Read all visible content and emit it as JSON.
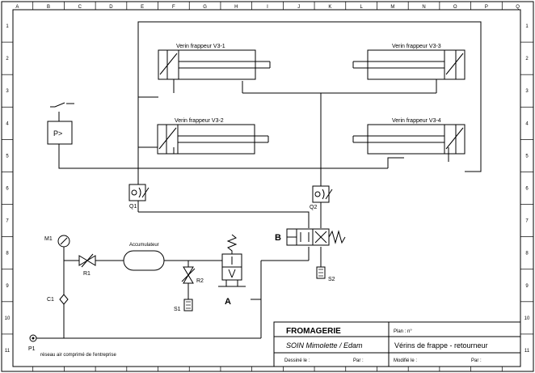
{
  "ruler": {
    "columns": [
      "A",
      "B",
      "C",
      "D",
      "E",
      "F",
      "G",
      "H",
      "I",
      "J",
      "K",
      "L",
      "M",
      "N",
      "O",
      "P",
      "Q"
    ],
    "rows": [
      "1",
      "2",
      "3",
      "4",
      "5",
      "6",
      "7",
      "8",
      "9",
      "10",
      "11"
    ]
  },
  "cylinders": {
    "v31": "Verin frappeur V3-1",
    "v32": "Verin frappeur V3-2",
    "v33": "Verin frappeur V3-3",
    "v34": "Verin frappeur V3-4"
  },
  "components": {
    "pressure_switch": "P>",
    "manometer": "M1",
    "regulator": "R1",
    "accumulator": "Accumulateur",
    "regulator2": "R2",
    "silencer1": "S1",
    "silencer2": "S2",
    "flow_q1": "Q1",
    "flow_q2": "Q2",
    "valve_b": "B",
    "valve_a": "A",
    "check_c1": "C1",
    "port_p1": "P1",
    "supply_note": "réseau air comprimé de l'entreprise"
  },
  "title_block": {
    "company": "FROMAGERIE",
    "plan_label": "Plan : n°",
    "product": "SOIN Mimolette / Edam",
    "drawing_title": "Vérins de frappe - retourneur",
    "drawn_by": "Dessiné le :",
    "by1": "Par :",
    "modified": "Modifié le :",
    "by2": "Par :"
  }
}
